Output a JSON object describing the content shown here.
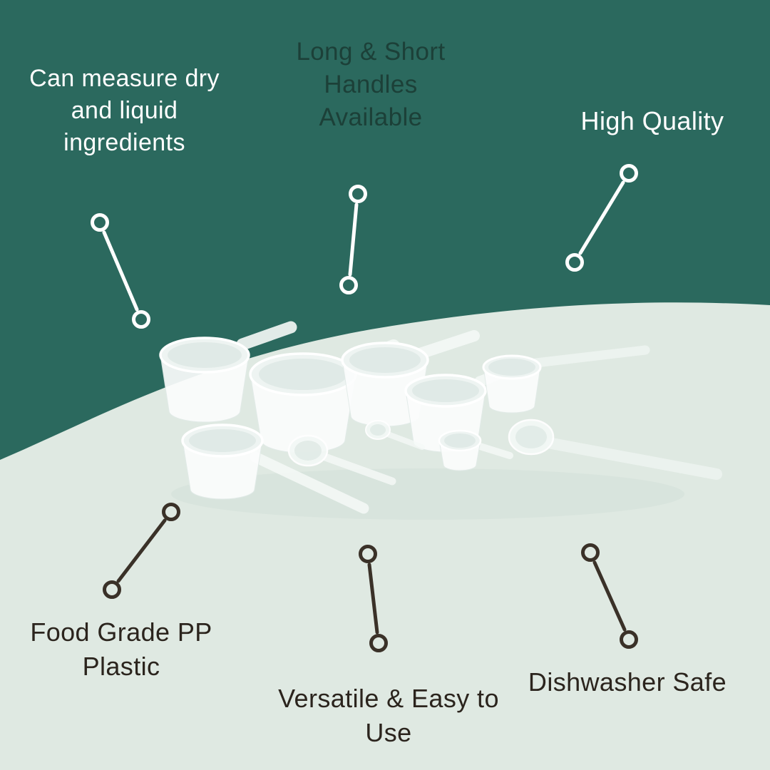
{
  "colors": {
    "background_top": "#2b695e",
    "background_bottom": "#dfe9e2",
    "text_light": "#ffffff",
    "text_dark": "#2b241d",
    "text_dark_green": "#1c4038",
    "connector_light": "#ffffff",
    "connector_dark": "#3a3128",
    "product_plastic": "#fcfdfd"
  },
  "callouts": {
    "measure": {
      "label": "Can measure dry\nand liquid\ningredients"
    },
    "handles": {
      "label": "Long & Short\nHandles\nAvailable"
    },
    "quality": {
      "label": "High Quality"
    },
    "food_grade": {
      "label": "Food Grade PP\nPlastic"
    },
    "versatile": {
      "label": "Versatile & Easy to\nUse"
    },
    "dishwasher": {
      "label": "Dishwasher Safe"
    }
  },
  "product": {
    "name": "plastic-measuring-scoops-set"
  }
}
